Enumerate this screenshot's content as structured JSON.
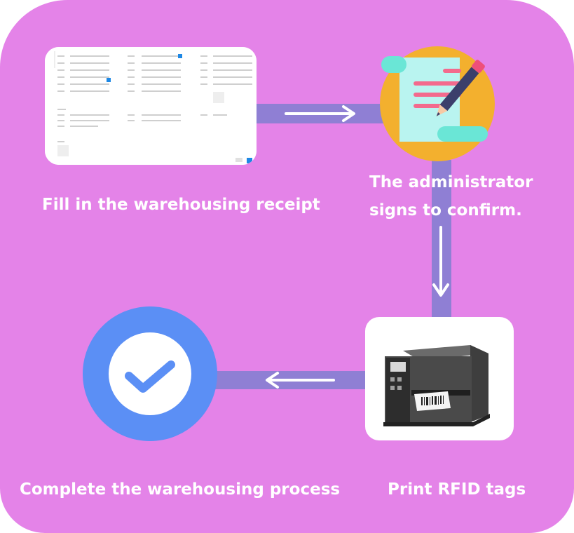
{
  "steps": [
    {
      "id": "fill-receipt",
      "label": "Fill in the warehousing receipt",
      "icon": "form-screenshot-icon"
    },
    {
      "id": "admin-sign",
      "label_line1": "The administrator",
      "label_line2": "signs to confirm.",
      "icon": "signed-document-icon"
    },
    {
      "id": "print-tags",
      "label": "Print RFID tags",
      "icon": "label-printer-icon"
    },
    {
      "id": "complete",
      "label": "Complete the warehousing process",
      "icon": "check-icon"
    }
  ],
  "colors": {
    "background": "#e483e8",
    "connector": "#8f7fd4",
    "arrow": "#ffffff",
    "check_outer": "#5b8ff5",
    "check_inner": "#ffffff",
    "document_circle": "#f3b02e",
    "text": "#ffffff"
  }
}
